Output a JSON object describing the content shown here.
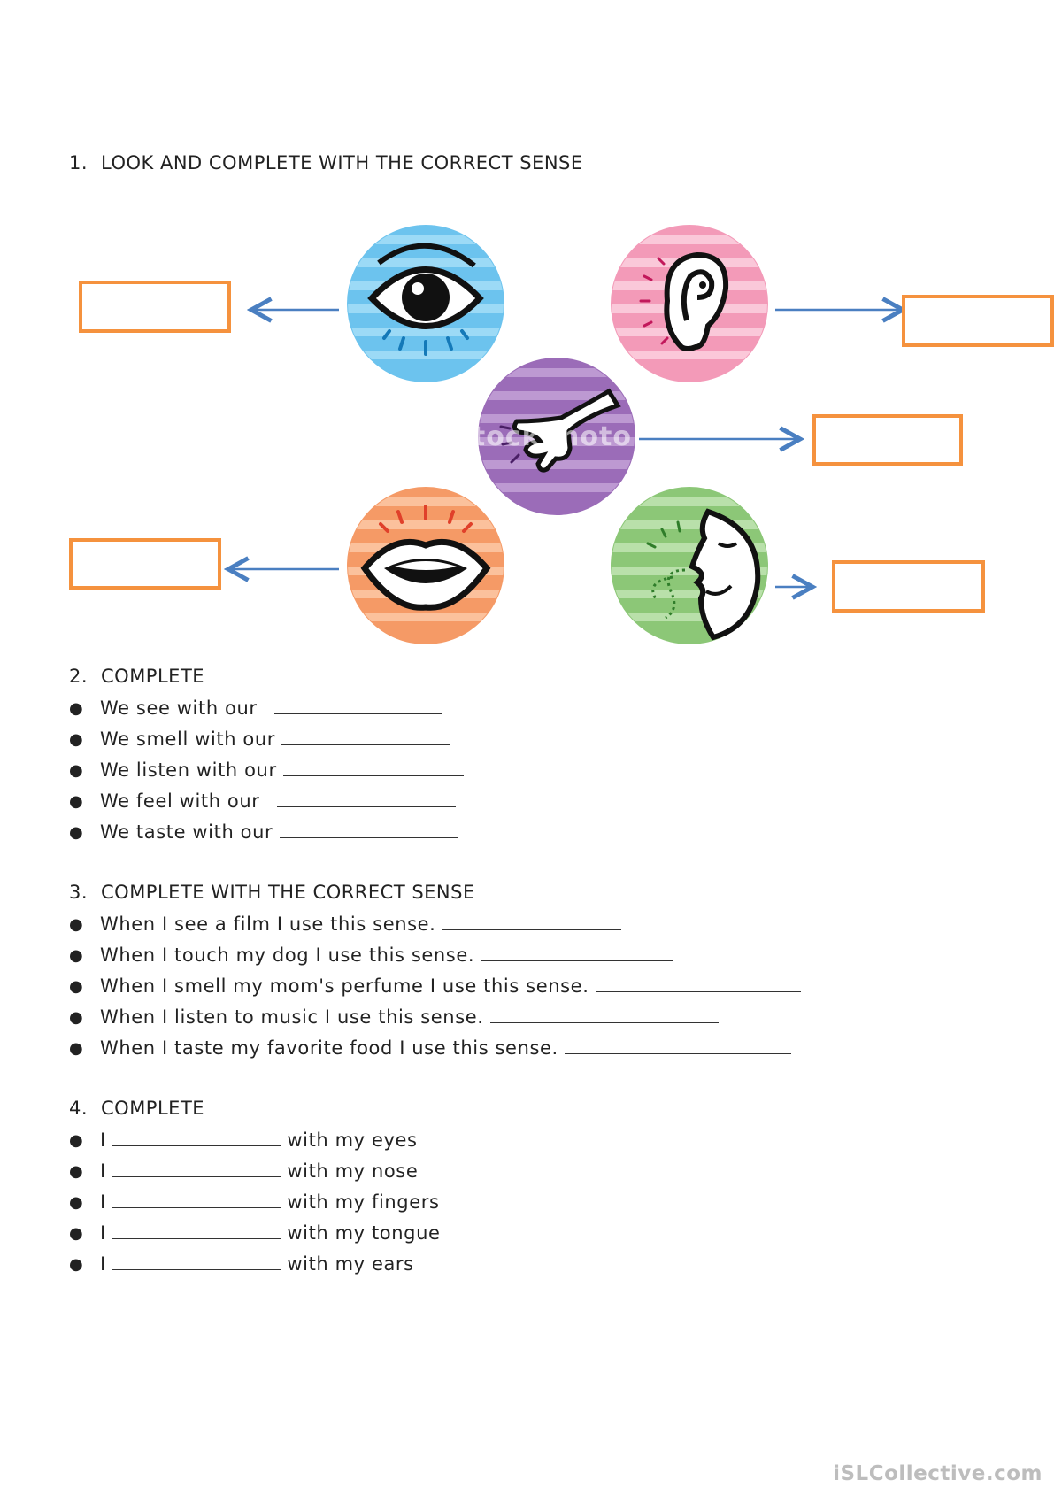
{
  "section1": {
    "number": "1.",
    "title": "LOOK AND COMPLETE WITH THE CORRECT SENSE"
  },
  "watermark": "iStockphoto",
  "section2": {
    "number": "2.",
    "title": "COMPLETE",
    "items": [
      "We see with our",
      "We smell with our",
      "We listen with our",
      "We feel with our",
      "We taste with our"
    ]
  },
  "section3": {
    "number": "3.",
    "title": "COMPLETE WITH THE CORRECT SENSE",
    "items": [
      "When I see a film I use this sense.",
      "When I touch my dog I use this sense.",
      "When I smell my mom's perfume I use this sense.",
      "When I listen to music I use this sense.",
      "When I taste my favorite food I use this sense."
    ]
  },
  "section4": {
    "number": "4.",
    "title": "COMPLETE",
    "prefix": "I",
    "items": [
      "with my eyes",
      "with my nose",
      "with my fingers",
      "with my tongue",
      "with my ears"
    ]
  },
  "footer": {
    "brand": "iSLCollective.com"
  },
  "colors": {
    "box_border": "#f5923e",
    "arrow": "#4a7fc1",
    "eye_circle": "#8fd3f2",
    "ear_circle": "#f6b3c8",
    "hand_circle": "#a77bbf",
    "mouth_circle": "#f7a97a",
    "nose_circle": "#9fd08d"
  },
  "icons": [
    "eye-icon",
    "ear-icon",
    "hand-icon",
    "mouth-icon",
    "nose-icon"
  ]
}
